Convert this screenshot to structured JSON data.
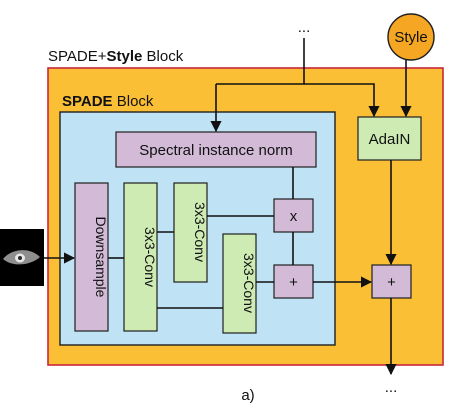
{
  "outer_block": {
    "prefix": "SPADE+",
    "emph": "Style",
    "suffix": " Block"
  },
  "inner_block": {
    "emph": "SPADE",
    "suffix": " Block"
  },
  "style_node": {
    "label": "Style"
  },
  "adain": {
    "label": "AdaIN"
  },
  "spectral_norm": {
    "label": "Spectral instance norm"
  },
  "downsample": {
    "label": "Downsample"
  },
  "conv_a": {
    "label": "3x3-Conv"
  },
  "conv_b": {
    "label": "3x3-Conv"
  },
  "conv_c": {
    "label": "3x3-Conv"
  },
  "multiply_op": {
    "label": "x"
  },
  "add_op_inner": {
    "label": "+"
  },
  "add_op_outer": {
    "label": "+"
  },
  "ellipsis_top": "...",
  "ellipsis_bottom": "...",
  "caption": "a)",
  "colors": {
    "outer_fill": "#FBBF35",
    "outer_stroke": "#C8283C",
    "inner_fill": "#BFE3F5",
    "inner_stroke": "#1F1F1F",
    "green_fill": "#CDEBB3",
    "purple_fill": "#D3BBD8",
    "style_fill": "#F5A623"
  }
}
